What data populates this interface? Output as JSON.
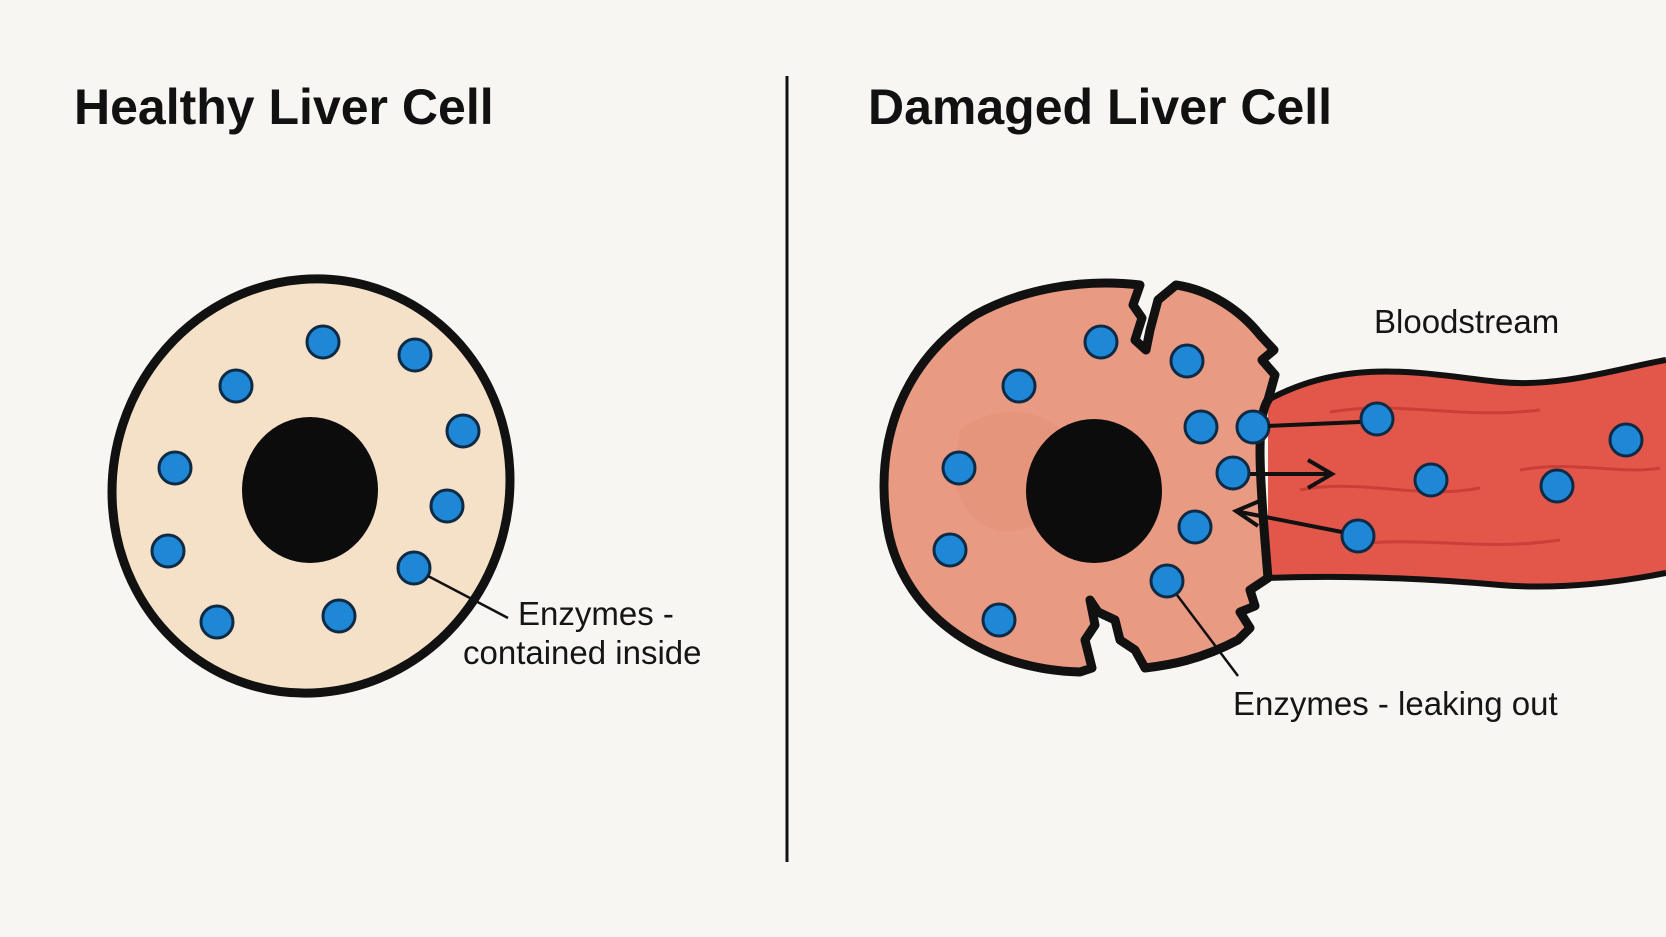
{
  "panels": {
    "healthy": {
      "title": "Healthy Liver Cell",
      "label_line1": "Enzymes -",
      "label_line2": "contained inside"
    },
    "damaged": {
      "title": "Damaged Liver Cell",
      "bloodstream_label": "Bloodstream",
      "enzymes_label": "Enzymes - leaking out"
    }
  },
  "colors": {
    "background": "#f7f6f3",
    "healthy_cytoplasm": "#f5e1c8",
    "damaged_cytoplasm": "#e99a82",
    "bloodstream": "#e2574a",
    "enzyme": "#1e88d6",
    "outline": "#111111"
  }
}
